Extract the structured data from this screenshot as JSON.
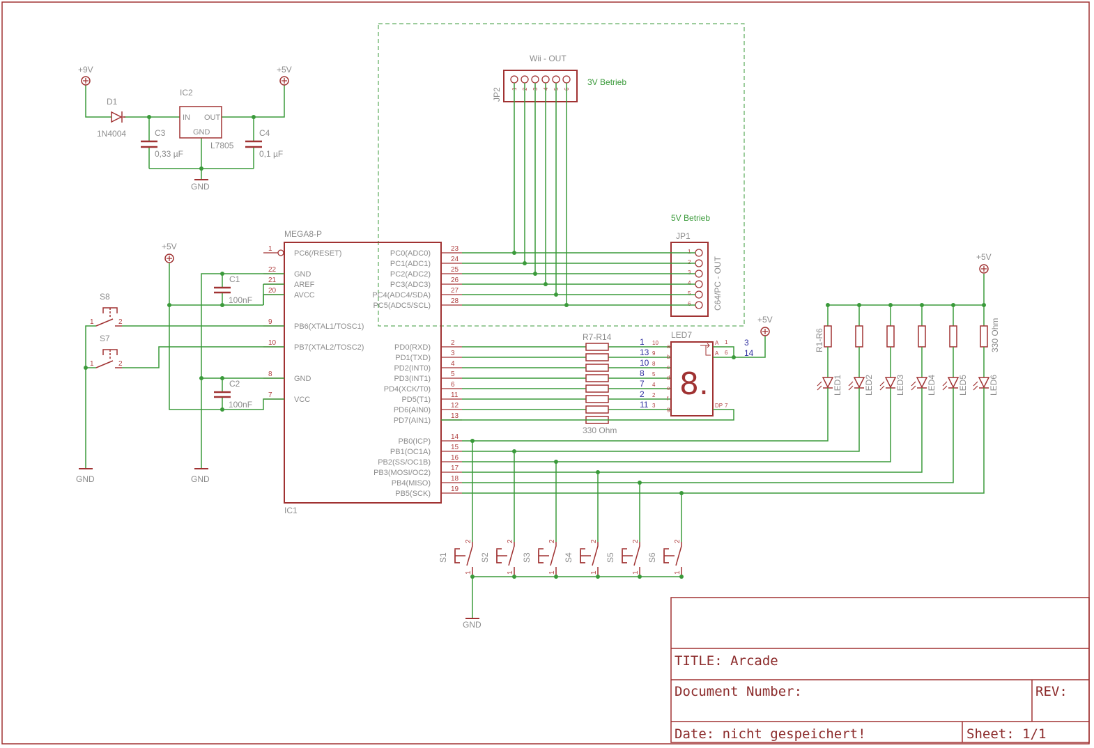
{
  "title_block": {
    "title": "TITLE:  Arcade",
    "document_number": "Document Number:",
    "rev": "REV:",
    "date": "Date: nicht gespeichert!",
    "sheet": "Sheet: 1/1"
  },
  "power_supply": {
    "vin_label": "+9V",
    "vout_label": "+5V",
    "diode_name": "D1",
    "diode_part": "1N4004",
    "regulator_name": "IC2",
    "regulator_part": "L7805",
    "reg_in": "IN",
    "reg_out": "OUT",
    "reg_gnd": "GND",
    "c3_name": "C3",
    "c3_value": "0,33 µF",
    "c4_name": "C4",
    "c4_value": "0,1 µF",
    "gnd_label": "GND"
  },
  "mcu": {
    "name": "IC1",
    "part": "MEGA8-P",
    "left_pins": [
      {
        "num": "1",
        "name": "PC6(/RESET)"
      },
      {
        "num": "22",
        "name": "GND"
      },
      {
        "num": "21",
        "name": "AREF"
      },
      {
        "num": "20",
        "name": "AVCC"
      },
      {
        "num": "9",
        "name": "PB6(XTAL1/TOSC1)"
      },
      {
        "num": "10",
        "name": "PB7(XTAL2/TOSC2)"
      },
      {
        "num": "8",
        "name": "GND"
      },
      {
        "num": "7",
        "name": "VCC"
      }
    ],
    "right_pins": [
      {
        "num": "23",
        "name": "PC0(ADC0)"
      },
      {
        "num": "24",
        "name": "PC1(ADC1)"
      },
      {
        "num": "25",
        "name": "PC2(ADC2)"
      },
      {
        "num": "26",
        "name": "PC3(ADC3)"
      },
      {
        "num": "27",
        "name": "PC4(ADC4/SDA)"
      },
      {
        "num": "28",
        "name": "PC5(ADC5/SCL)"
      },
      {
        "num": "2",
        "name": "PD0(RXD)"
      },
      {
        "num": "3",
        "name": "PD1(TXD)"
      },
      {
        "num": "4",
        "name": "PD2(INT0)"
      },
      {
        "num": "5",
        "name": "PD3(INT1)"
      },
      {
        "num": "6",
        "name": "PD4(XCK/T0)"
      },
      {
        "num": "11",
        "name": "PD5(T1)"
      },
      {
        "num": "12",
        "name": "PD6(AIN0)"
      },
      {
        "num": "13",
        "name": "PD7(AIN1)"
      },
      {
        "num": "14",
        "name": "PB0(ICP)"
      },
      {
        "num": "15",
        "name": "PB1(OC1A)"
      },
      {
        "num": "16",
        "name": "PB2(SS/OC1B)"
      },
      {
        "num": "17",
        "name": "PB3(MOSI/OC2)"
      },
      {
        "num": "18",
        "name": "PB4(MISO)"
      },
      {
        "num": "19",
        "name": "PB5(SCK)"
      }
    ]
  },
  "decoupling": {
    "c1_name": "C1",
    "c1_value": "100nF",
    "c2_name": "C2",
    "c2_value": "100nF",
    "vcc_label": "+5V",
    "gnd_label": "GND"
  },
  "switches_left": {
    "s8": "S8",
    "s7": "S7",
    "pin1": "1",
    "pin2": "2",
    "gnd_label": "GND"
  },
  "connectors": {
    "wii_title": "Wii - OUT",
    "jp2": "JP2",
    "mode_3v": "3V Betrieb",
    "mode_5v": "5V Betrieb",
    "jp1": "JP1",
    "jp1_title": "C64/PC - OUT",
    "pins": [
      "1",
      "2",
      "3",
      "4",
      "5",
      "6"
    ]
  },
  "display": {
    "res_name": "R7-R14",
    "res_value": "330 Ohm",
    "led_name": "LED7",
    "digit": "8.",
    "seg_pins": [
      "1",
      "13",
      "10",
      "8",
      "7",
      "2",
      "11"
    ],
    "seg_nums": [
      "10",
      "9",
      "8",
      "5",
      "4",
      "2",
      "3"
    ],
    "seg_letters": [
      "a",
      "b",
      "c",
      "d",
      "e",
      "f",
      "g"
    ],
    "dp_label": "DP",
    "dp_num": "7",
    "anode_pins": [
      "3",
      "14"
    ],
    "anode_nums": [
      "1",
      "6"
    ],
    "anode_label": "A",
    "vcc_label": "+5V"
  },
  "leds": {
    "res_name": "R1-R6",
    "res_value": "330 Ohm",
    "vcc_label": "+5V",
    "names": [
      "LED1",
      "LED2",
      "LED3",
      "LED4",
      "LED5",
      "LED6"
    ]
  },
  "buttons": {
    "names": [
      "S1",
      "S2",
      "S3",
      "S4",
      "S5",
      "S6"
    ],
    "pin1": "1",
    "pin2": "2",
    "gnd_label": "GND"
  },
  "colors": {
    "wire": "#3a9a3a",
    "symbol": "#a03232",
    "frame": "#a03232",
    "label": "#8c8c8c",
    "text_blue": "#2f2fa0"
  }
}
